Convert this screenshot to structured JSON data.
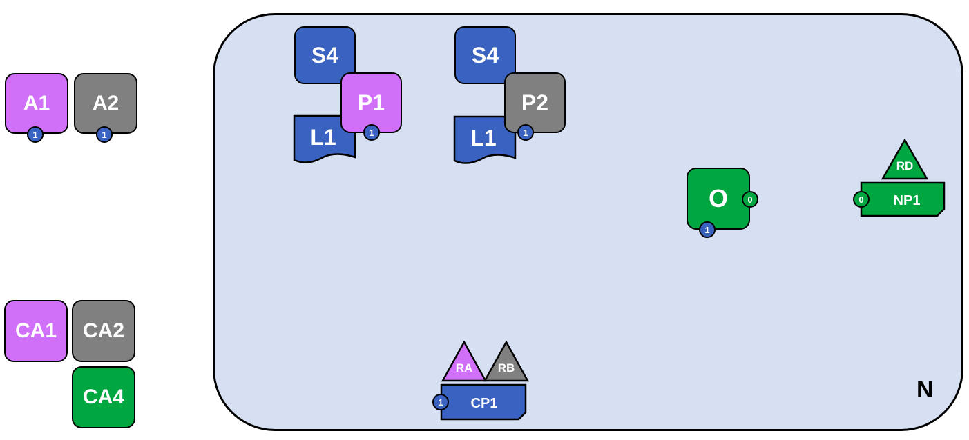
{
  "legend_actors": {
    "a1": "A1",
    "a2": "A2",
    "a1_count": "1",
    "a2_count": "1"
  },
  "legend_assets": {
    "ca1": "CA1",
    "ca2": "CA2",
    "ca4": "CA4"
  },
  "region": {
    "label": "N"
  },
  "group_left": {
    "s4": "S4",
    "l1": "L1",
    "p1": "P1",
    "p1_count": "1"
  },
  "group_mid": {
    "s4": "S4",
    "l1": "L1",
    "p2": "P2",
    "p2_count": "1"
  },
  "node_o": {
    "label": "O",
    "out_count": "0",
    "in_count": "1"
  },
  "np1": {
    "label": "NP1",
    "count": "0",
    "role": "RD"
  },
  "cp1": {
    "label": "CP1",
    "count": "1",
    "role_a": "RA",
    "role_b": "RB"
  },
  "colors": {
    "purple": "#D070F8",
    "gray": "#808080",
    "green": "#00A640",
    "blue": "#3A62C0",
    "region_bg": "#D6E0F2"
  }
}
